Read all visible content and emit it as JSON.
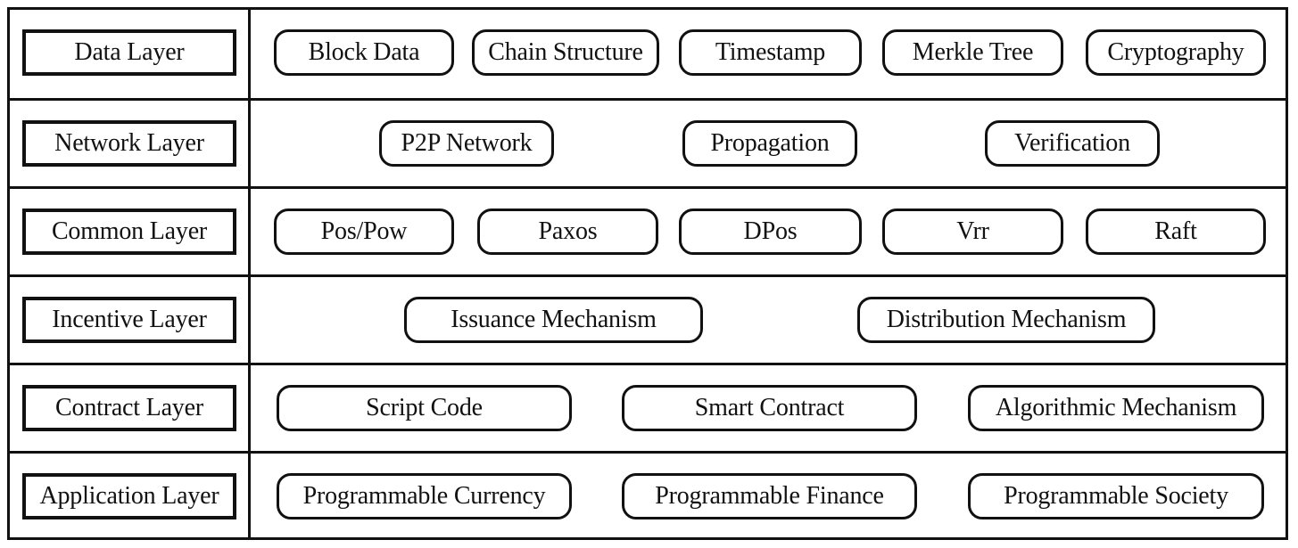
{
  "layers": [
    {
      "name": "Data Layer",
      "components": [
        "Block Data",
        "Chain Structure",
        "Timestamp",
        "Merkle Tree",
        "Cryptography"
      ]
    },
    {
      "name": "Network Layer",
      "components": [
        "P2P Network",
        "Propagation",
        "Verification"
      ]
    },
    {
      "name": "Common Layer",
      "components": [
        "Pos/Pow",
        "Paxos",
        "DPos",
        "Vrr",
        "Raft"
      ]
    },
    {
      "name": "Incentive Layer",
      "components": [
        "Issuance Mechanism",
        "Distribution Mechanism"
      ]
    },
    {
      "name": "Contract Layer",
      "components": [
        "Script Code",
        "Smart Contract",
        "Algorithmic Mechanism"
      ]
    },
    {
      "name": "Application Layer",
      "components": [
        "Programmable Currency",
        "Programmable Finance",
        "Programmable Society"
      ]
    }
  ]
}
